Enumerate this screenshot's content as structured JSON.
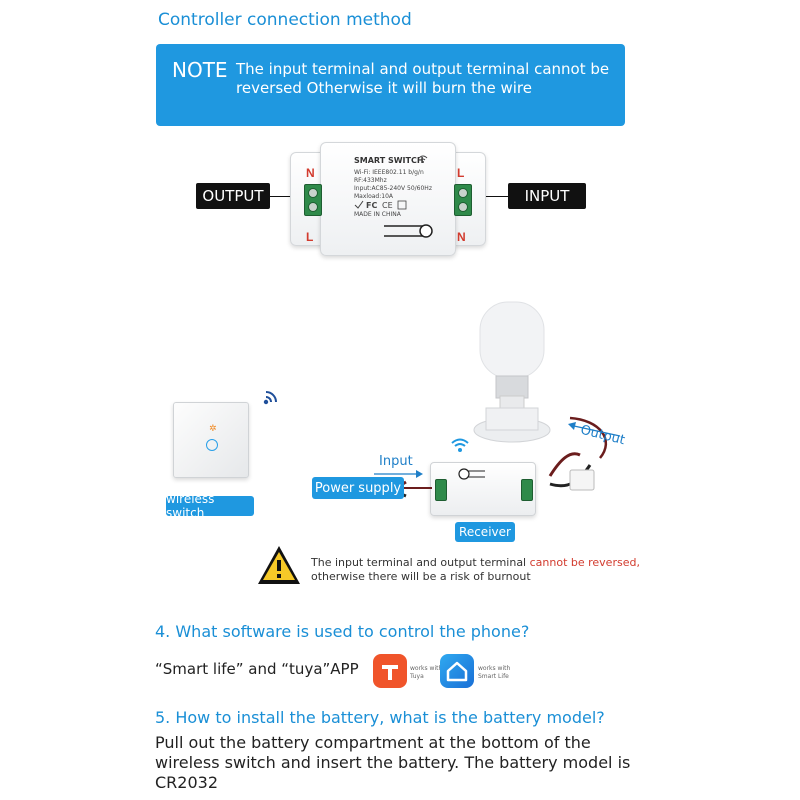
{
  "section_connection": {
    "title": "Controller connection method",
    "note_word": "NOTE",
    "note_text": "The input terminal and output terminal cannot be reversed Otherwise it will burn the wire"
  },
  "device_top": {
    "output_label": "OUTPUT",
    "input_label": "INPUT",
    "left_n": "N",
    "left_l": "L",
    "right_l": "L",
    "right_n": "N",
    "title": "SMART SWITCH",
    "spec_wifi": "Wi-Fi: IEEE802.11 b/g/n",
    "spec_rf": "RF:433Mhz",
    "spec_input": "Input:AC85-240V  50/60Hz",
    "spec_load": "Maxload:10A",
    "made_in": "MADE IN CHINA"
  },
  "wiring_diagram": {
    "wireless_switch_label": "wireless switch",
    "input_label": "Input",
    "output_label": "Output",
    "power_supply_label": "Power supply",
    "receiver_label": "Receiver"
  },
  "warning": {
    "text_before": "The input terminal and output terminal ",
    "text_red": "cannot be reversed,",
    "text_after": "otherwise there will be a risk of burnout"
  },
  "faq4": {
    "question": "4. What software is used to control the phone?",
    "answer": "“Smart life” and “tuya”APP",
    "tuya_caption_1": "works with",
    "tuya_caption_2": "Tuya",
    "smartlife_caption_1": "works with",
    "smartlife_caption_2": "Smart Life"
  },
  "faq5": {
    "question": "5. How to install the battery, what is the battery model?",
    "answer": "Pull out the battery compartment at the bottom of the wireless switch and insert the battery. The battery model is CR2032"
  },
  "colors": {
    "accent_blue": "#1f98e0",
    "heading_blue": "#1a8fd6",
    "warning_red": "#d23b2e",
    "terminal_green": "#2f8a4a",
    "tuya_orange": "#f0542a"
  }
}
